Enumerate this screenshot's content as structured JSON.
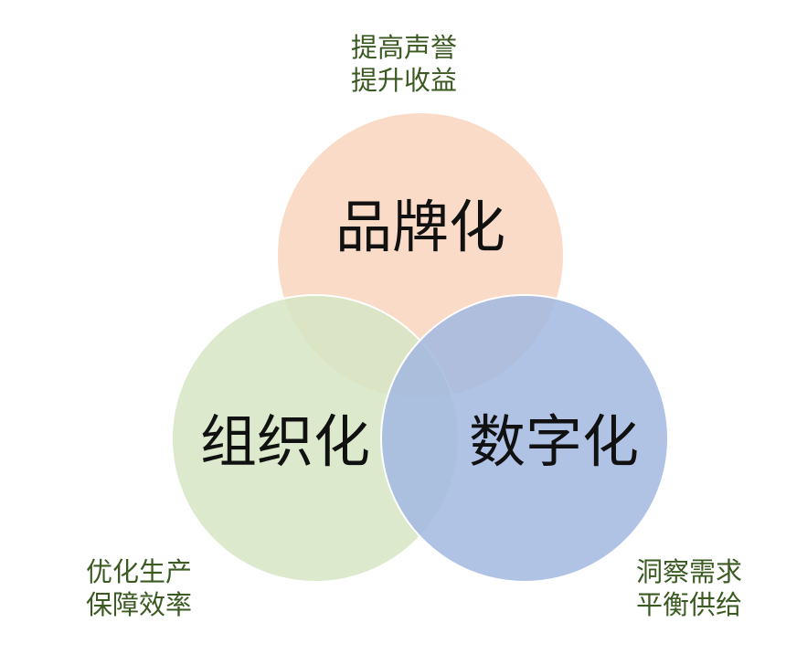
{
  "circles": [
    {
      "id": "brand",
      "title": "品牌化",
      "color": "#f8d5bd"
    },
    {
      "id": "org",
      "title": "组织化",
      "color": "#d6e5c3"
    },
    {
      "id": "digital",
      "title": "数字化",
      "color": "#a2b8e0"
    }
  ],
  "notes": {
    "top": {
      "line1": "提高声誉",
      "line2": "提升收益"
    },
    "left": {
      "line1": "优化生产",
      "line2": "保障效率"
    },
    "right": {
      "line1": "洞察需求",
      "line2": "平衡供给"
    }
  },
  "colors": {
    "text_dark": "#111111",
    "note_green": "#3b5a22",
    "circle_stroke": "#ffffff"
  }
}
